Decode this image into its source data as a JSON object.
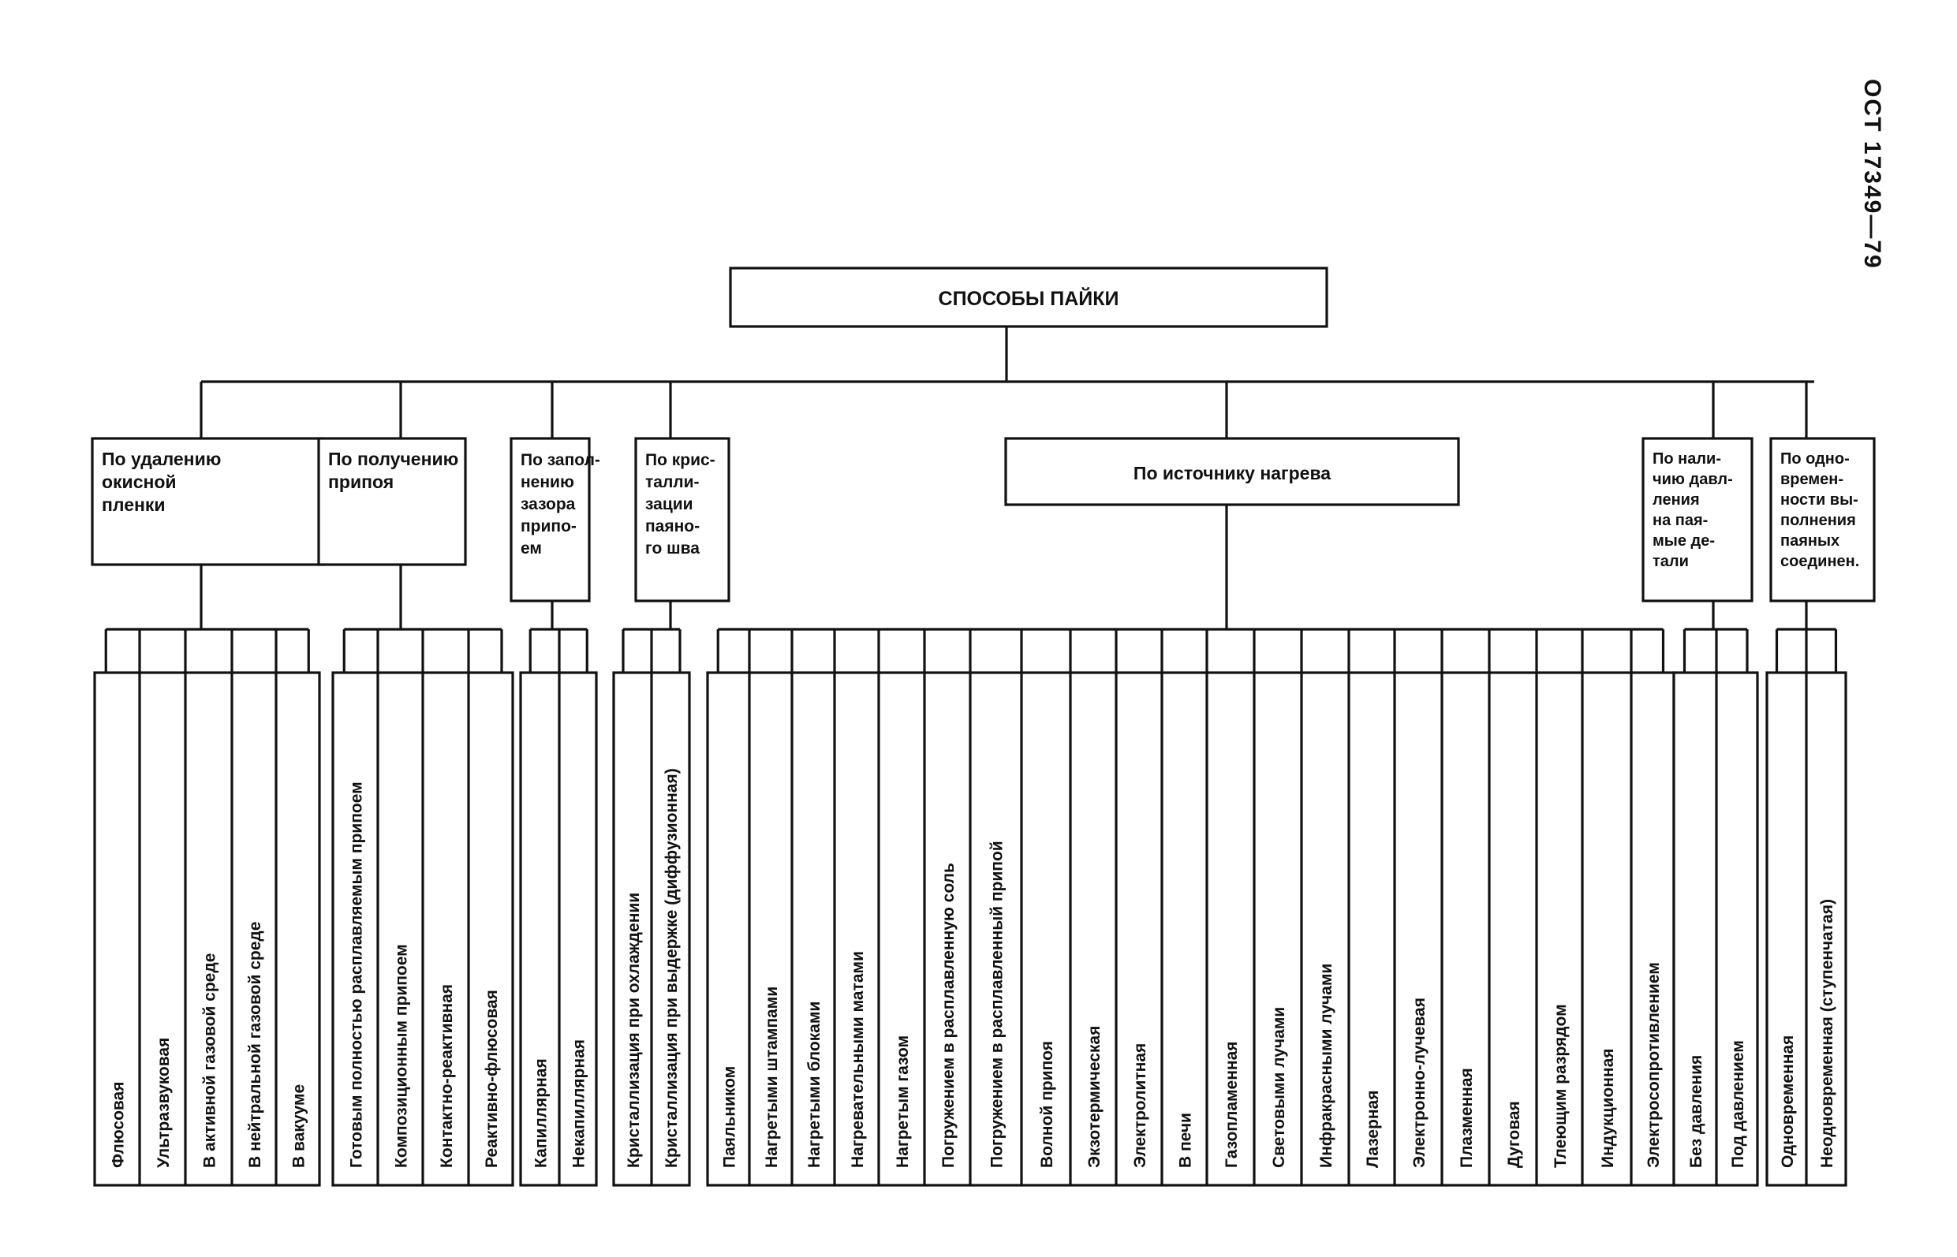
{
  "document_code": "ОСТ  17349—79",
  "root": {
    "label": "СПОСОБЫ ПАЙКИ"
  },
  "categories": [
    {
      "id": "oxide",
      "lines": [
        "По удалению",
        "окисной",
        "пленки"
      ],
      "leaves": [
        "Флюсовая",
        "Ультразвуковая",
        "В активной газовой среде",
        "В нейтральной газовой среде",
        "В вакууме"
      ]
    },
    {
      "id": "solder",
      "lines": [
        "По получению",
        "припоя"
      ],
      "leaves": [
        "Готовым полностью расплавляемым припоем",
        "Композиционным припоем",
        "Контактно-реактивная",
        "Реактивно-флюсовая"
      ]
    },
    {
      "id": "gap",
      "lines": [
        "По запол-",
        "нению",
        "зазора",
        "припо-",
        "ем"
      ],
      "leaves": [
        "Капиллярная",
        "Некапиллярная"
      ]
    },
    {
      "id": "crystal",
      "lines": [
        "По крис-",
        "талли-",
        "зации",
        "паяно-",
        "го шва"
      ],
      "leaves": [
        "Кристаллизация при охлаждении",
        "Кристаллизация при выдержке  (диффузионная)"
      ]
    },
    {
      "id": "heat",
      "lines": [
        "По источнику нагрева"
      ],
      "leaves": [
        "Паяльником",
        "Нагретыми штампами",
        "Нагретыми блоками",
        "Нагревательными матами",
        "Нагретым газом",
        "Погружением в расплавленную соль",
        "Погружением в расплавленный припой",
        "Волной припоя",
        "Экзотермическая",
        "Электролитная",
        "В печи",
        "Газопламенная",
        "Световыми лучами",
        "Инфракрасными лучами",
        "Лазерная",
        "Электронно-лучевая",
        "Плазменная",
        "Дуговая",
        "Тлеющим разрядом",
        "Индукционная",
        "Электросопротивлением"
      ]
    },
    {
      "id": "pressure",
      "lines": [
        "По нали-",
        "чию давл-",
        "ления",
        "на пая-",
        "мые де-",
        "тали"
      ],
      "leaves": [
        "Без давления",
        "Под давлением"
      ]
    },
    {
      "id": "simultaneity",
      "lines": [
        "По одно-",
        "времен-",
        "ности вы-",
        "полнения",
        "паяных",
        "соединен."
      ],
      "leaves": [
        "Одновременная",
        "Неодновременная  (ступенчатая)"
      ]
    }
  ]
}
